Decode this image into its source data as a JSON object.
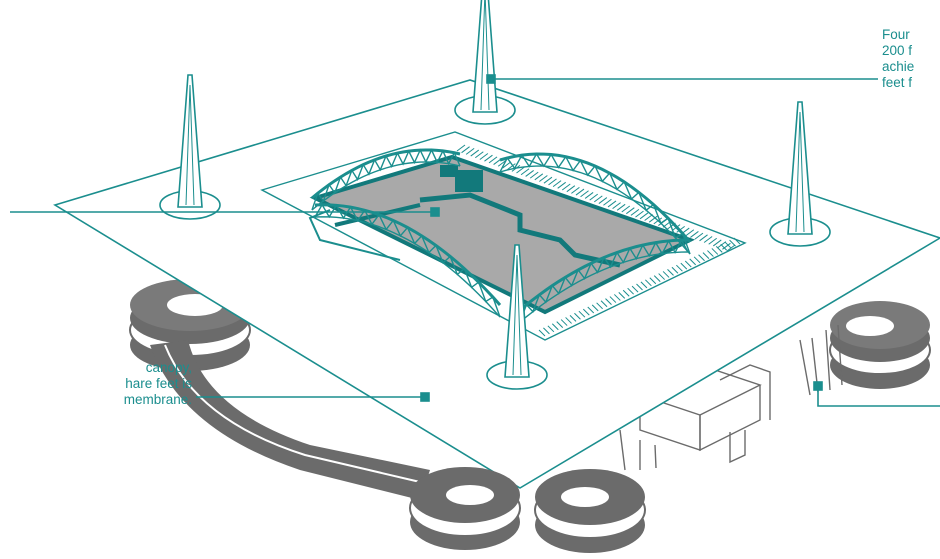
{
  "colors": {
    "accent": "#1b8e8e",
    "accent_dark": "#12797b",
    "field_gray": "#a9a9a9",
    "base_gray": "#6b6b6b",
    "base_gray_light": "#8a8a8a",
    "outline": "#555555"
  },
  "callouts": {
    "top_right": {
      "lines": [
        "Four",
        "200 f",
        "achie",
        "feet f"
      ]
    },
    "left": {
      "lines": [
        "canopy,",
        "hare feet is",
        "membrane."
      ]
    }
  },
  "icons": [
    "mast-icon",
    "leader-marker-icon"
  ]
}
